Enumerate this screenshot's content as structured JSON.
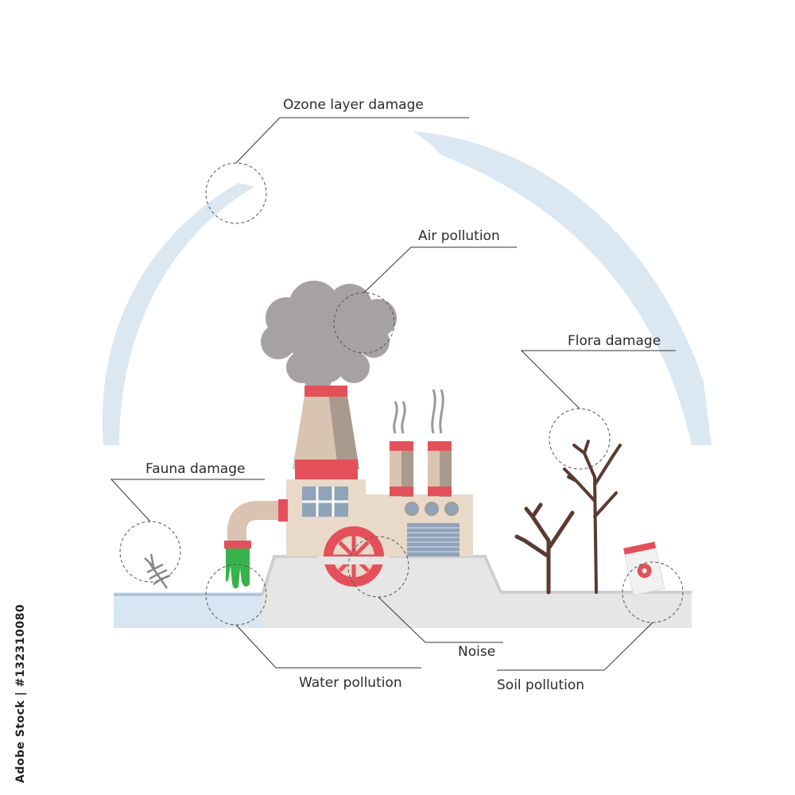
{
  "labels": {
    "ozone": "Ozone layer damage",
    "air": "Air pollution",
    "flora": "Flora damage",
    "fauna": "Fauna damage",
    "noise": "Noise",
    "water": "Water pollution",
    "soil": "Soil pollution"
  },
  "stock_id": "Adobe Stock | #132310080",
  "colors": {
    "ozone_arc": "#dbe7f1",
    "water": "#d7e6f2",
    "ground": "#e6e6e6",
    "factory_wall": "#e8d9c8",
    "stack_body": "#d9c4b1",
    "stack_shade": "#a99a8d",
    "accent_red": "#e4505a",
    "smoke": "#9d9897",
    "toxic_green": "#36b34a",
    "tree": "#5a3a32",
    "window": "#8fa3ba"
  },
  "icons": {
    "factory": "factory-icon",
    "gear": "gear-icon",
    "barrel": "radioactive-barrel-icon",
    "fish_skeleton": "fish-skeleton-icon"
  }
}
